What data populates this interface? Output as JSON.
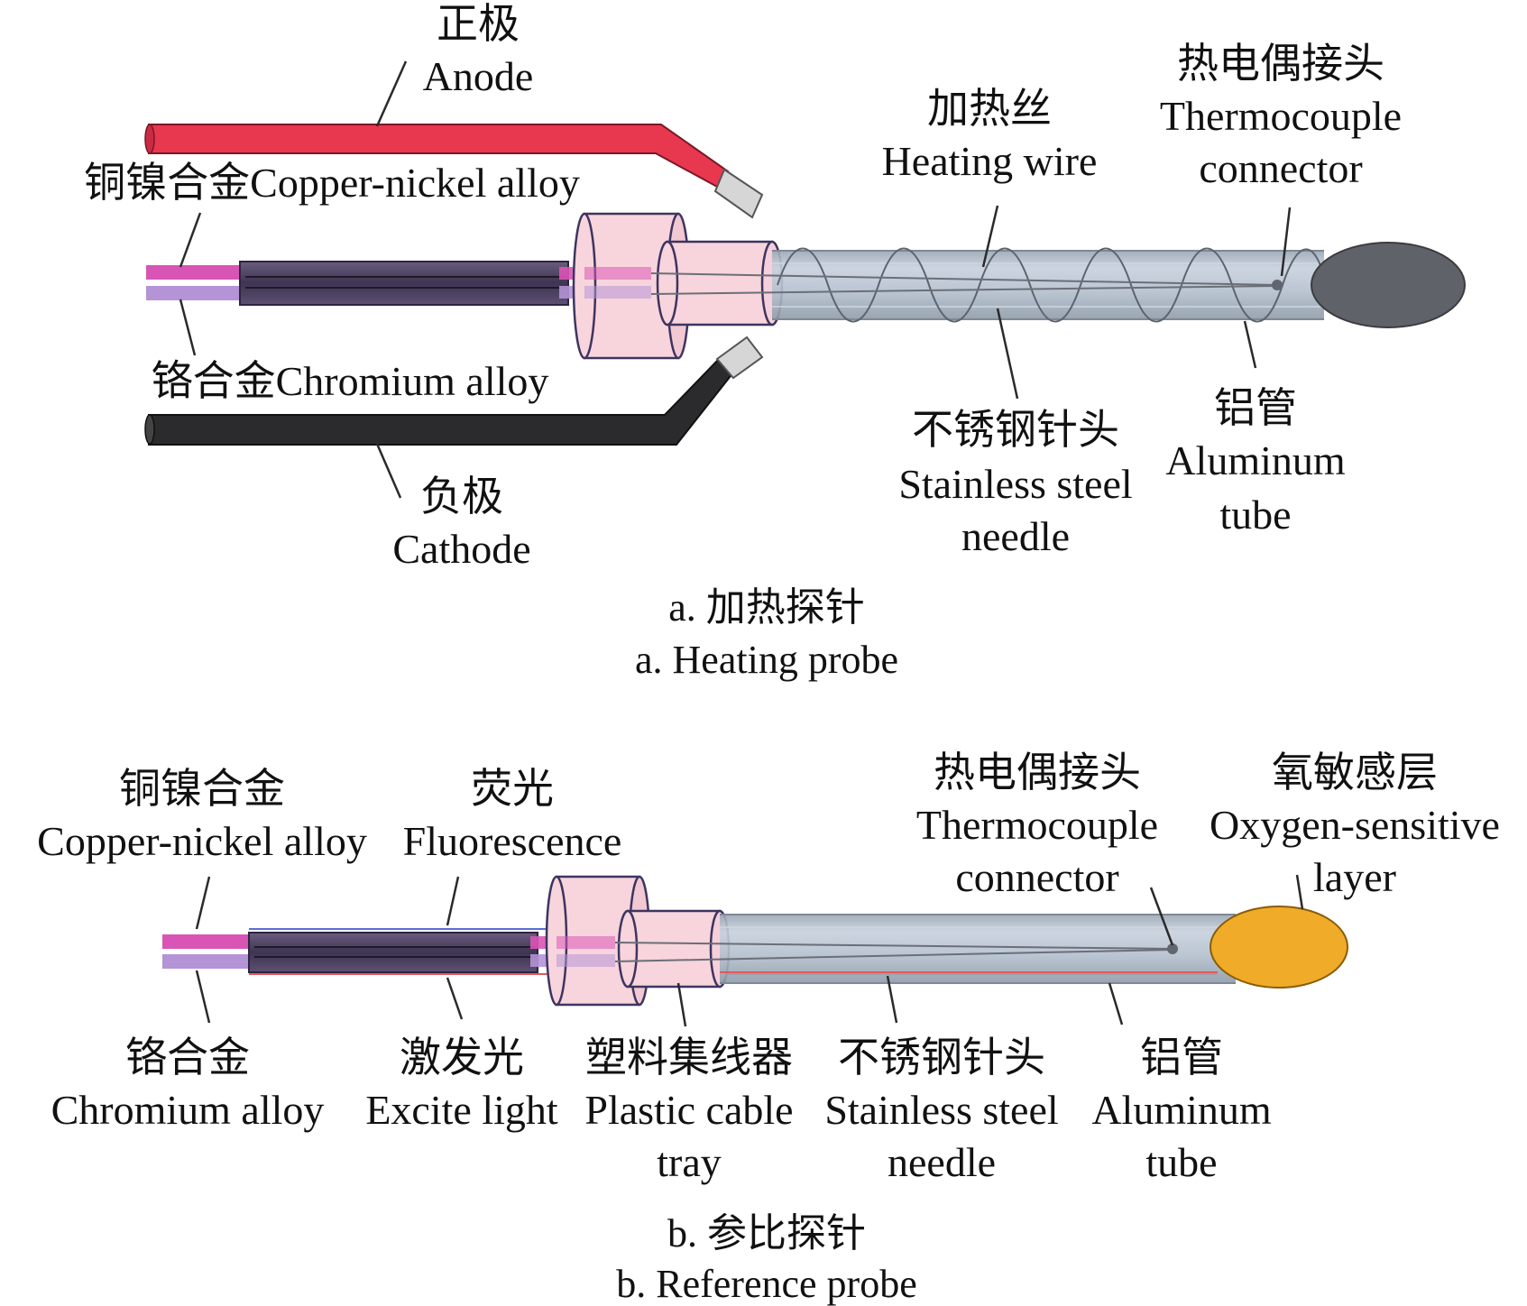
{
  "figure_a": {
    "anode_label_cn": "正极",
    "anode_label_en": "Anode",
    "copper_nickel_label": "铜镍合金Copper-nickel alloy",
    "chromium_label": "铬合金Chromium alloy",
    "cathode_label_cn": "负极",
    "cathode_label_en": "Cathode",
    "heating_wire_cn": "加热丝",
    "heating_wire_en": "Heating wire",
    "thermocouple_cn": "热电偶接头",
    "thermocouple_en1": "Thermocouple",
    "thermocouple_en2": "connector",
    "needle_cn": "不锈钢针头",
    "needle_en1": "Stainless steel",
    "needle_en2": "needle",
    "aluminum_cn": "铝管",
    "aluminum_en1": "Aluminum",
    "aluminum_en2": "tube",
    "caption_cn": "a. 加热探针",
    "caption_en": "a. Heating probe"
  },
  "figure_b": {
    "copper_nickel_cn": "铜镍合金",
    "copper_nickel_en": "Copper-nickel alloy",
    "fluorescence_cn": "荧光",
    "fluorescence_en": "Fluorescence",
    "thermocouple_cn": "热电偶接头",
    "thermocouple_en1": "Thermocouple",
    "thermocouple_en2": "connector",
    "oxygen_cn": "氧敏感层",
    "oxygen_en1": "Oxygen-sensitive",
    "oxygen_en2": "layer",
    "chromium_cn": "铬合金",
    "chromium_en": "Chromium alloy",
    "excite_cn": "激发光",
    "excite_en": "Excite light",
    "tray_cn": "塑料集线器",
    "tray_en1": "Plastic cable",
    "tray_en2": "tray",
    "needle_cn": "不锈钢针头",
    "needle_en1": "Stainless steel",
    "needle_en2": "needle",
    "aluminum_cn": "铝管",
    "aluminum_en1": "Aluminum",
    "aluminum_en2": "tube",
    "caption_cn": "b. 参比探针",
    "caption_en": "b. Reference probe"
  },
  "colors": {
    "anode_red": "#e8384f",
    "cathode_black": "#2b2b2e",
    "copper_nickel_pink": "#d955b5",
    "chromium_purple": "#b493d6",
    "cable_dark": "#4a3e5c",
    "hub_pink": "#f8d4dc",
    "hub_outline": "#3d3560",
    "tube_gray": "#b8c4d2",
    "heater_tip": "#5f6268",
    "oxygen_layer": "#f0ab28"
  }
}
